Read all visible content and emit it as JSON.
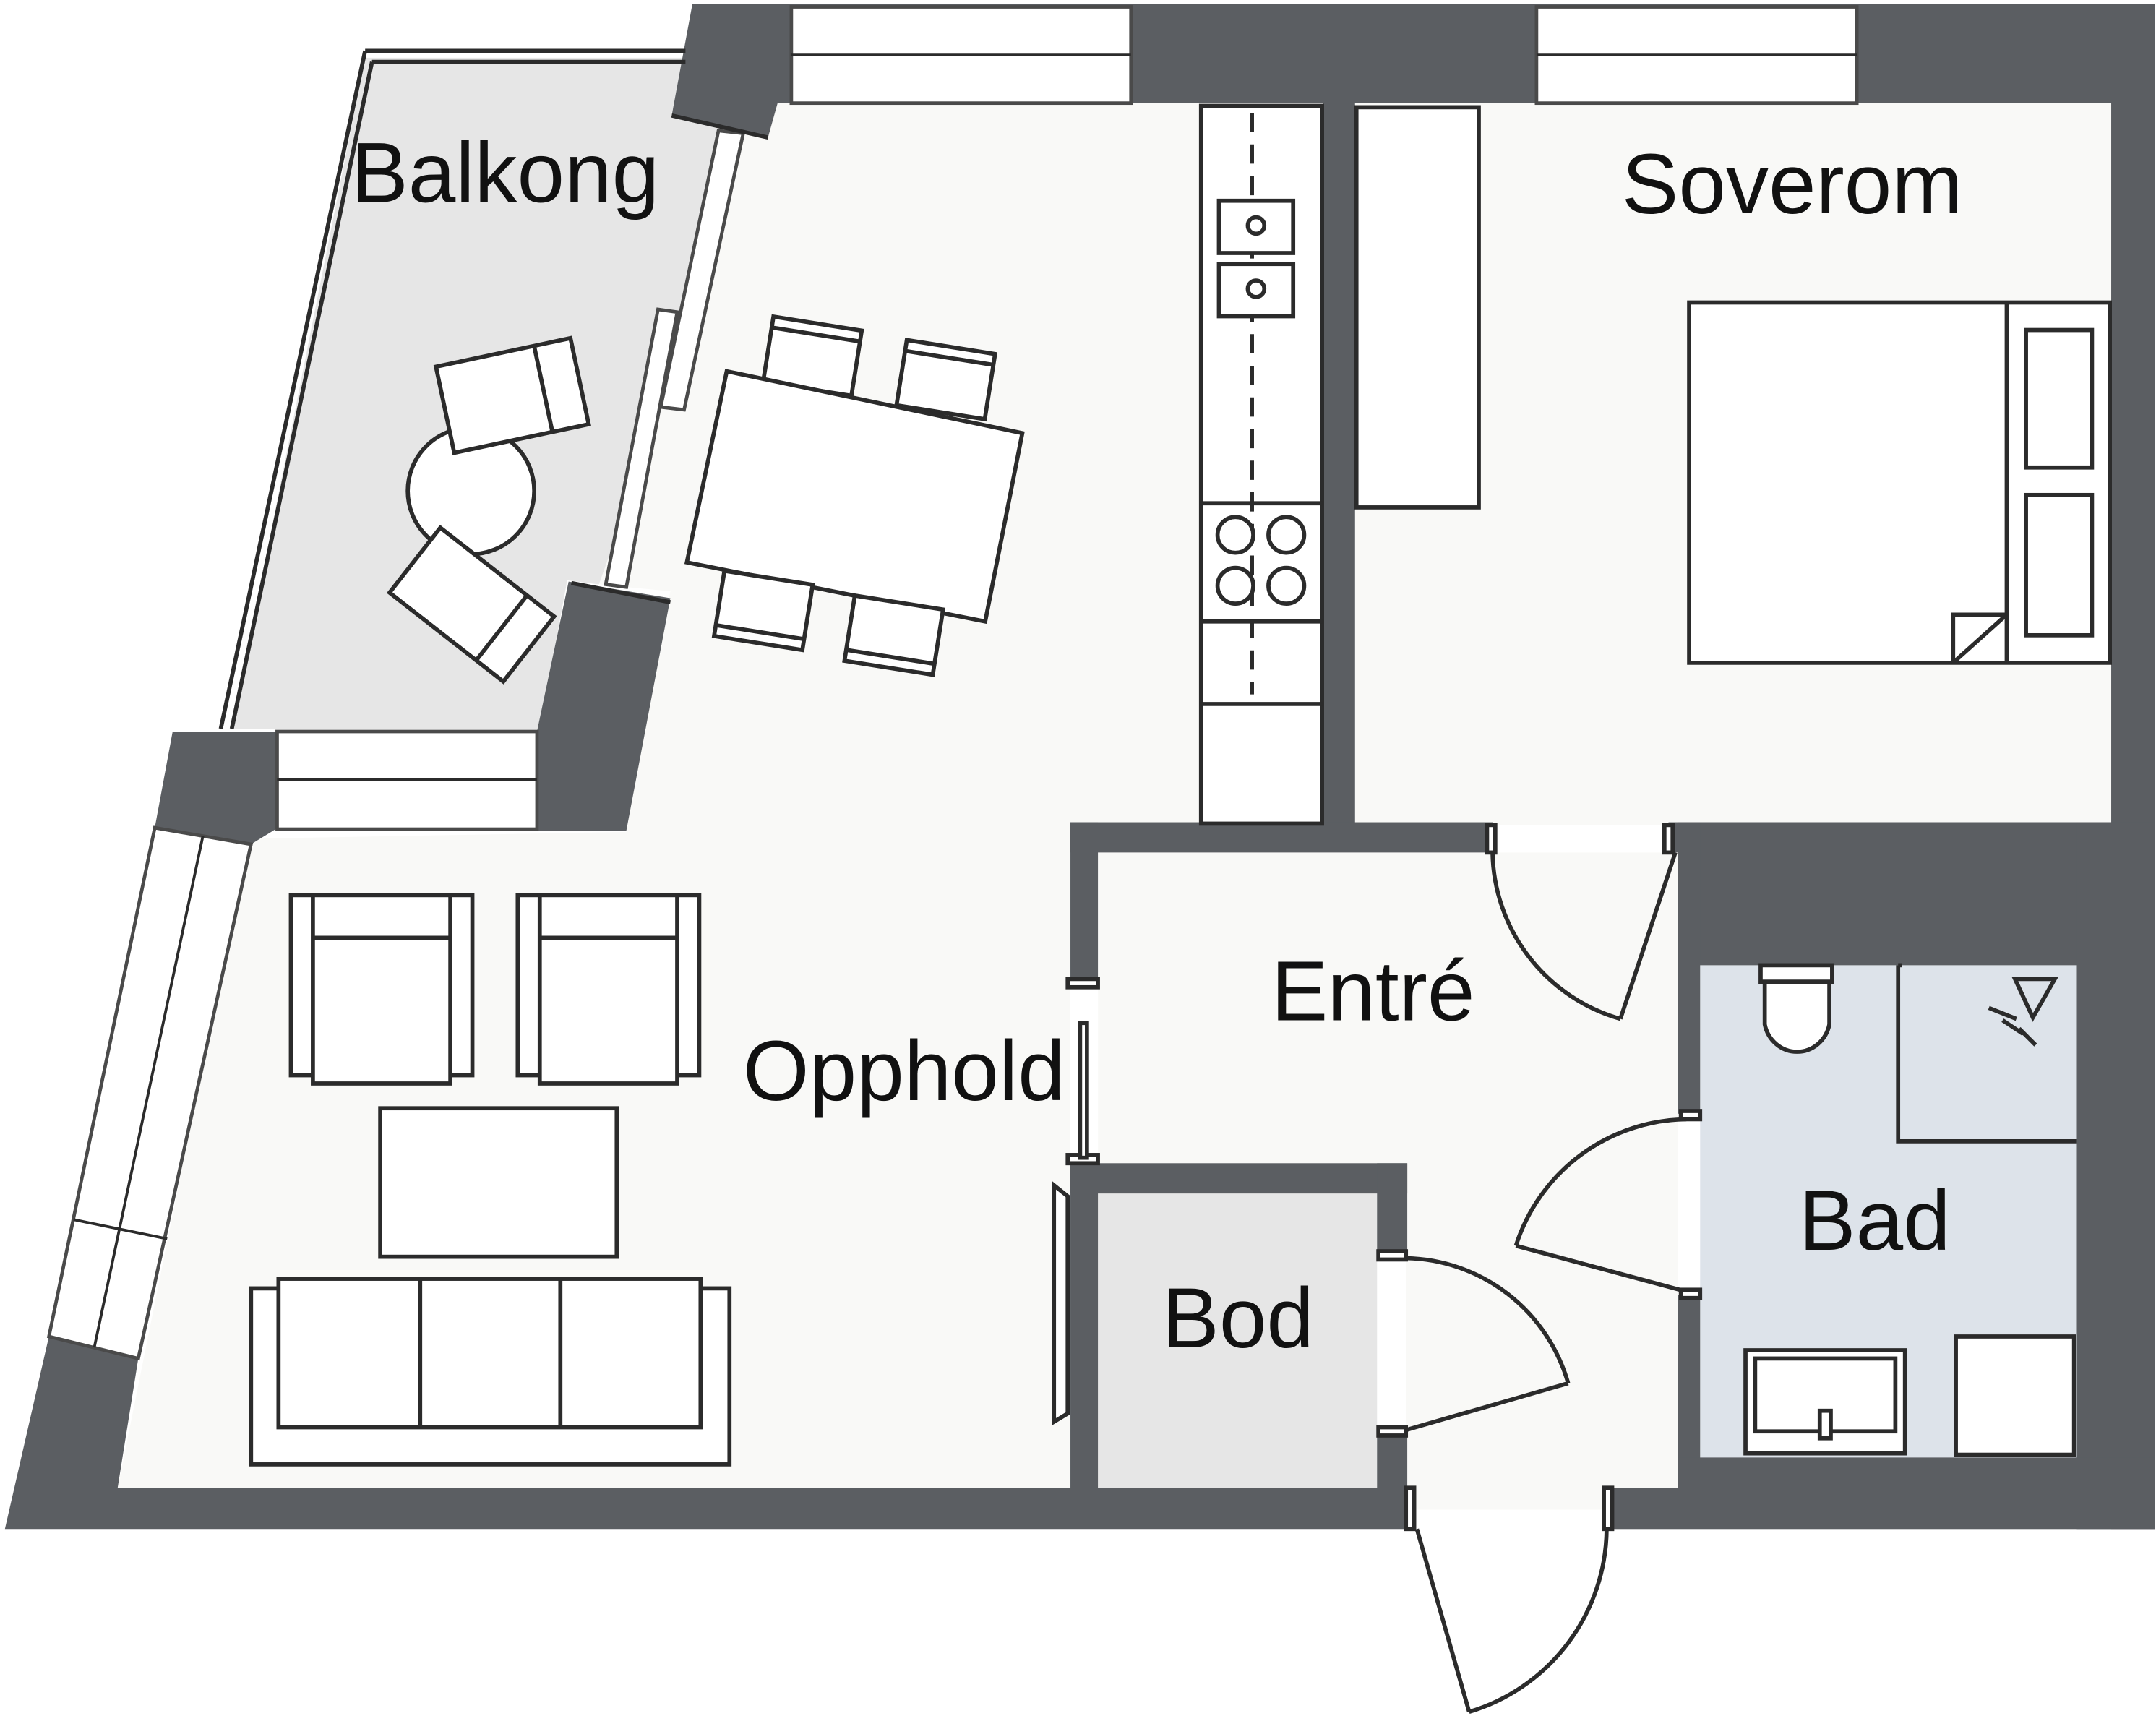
{
  "rooms": {
    "balcony": "Balkong",
    "bedroom": "Soverom",
    "living": "Opphold",
    "entrance": "Entré",
    "storage": "Bod",
    "bathroom": "Bad"
  },
  "colors": {
    "wall": "#5b5e62",
    "floor": "#f9f9f7",
    "balcony_floor": "#e6e6e6",
    "storage_floor": "#e6e6e6",
    "bathroom_floor": "#dde3ea"
  }
}
